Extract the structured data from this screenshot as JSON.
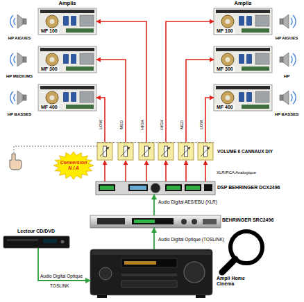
{
  "diagram": {
    "nodes": [
      {
        "text": [
          "MF 100"
        ]
      },
      {
        "text": [
          "MF 100"
        ]
      },
      {
        "text": [
          "MF 300"
        ]
      },
      {
        "text": [
          "MF 300"
        ]
      },
      {
        "text": [
          "MF 400"
        ]
      },
      {
        "text": [
          "MF 400"
        ]
      },
      {
        "text": [
          "VOLUME 6 CANNAUX DIY"
        ]
      },
      {
        "text": [
          "Conversion N / A"
        ]
      },
      {
        "text": [
          "DSP BEHRINGER DCX2496"
        ]
      },
      {
        "text": [
          "BEHRINGER SRC2496"
        ]
      },
      {
        "text": [
          "Lecteur CD/DVD"
        ]
      },
      {
        "text": [
          "Ampli Home Cinéma"
        ]
      }
    ],
    "edges": [
      {
        "from": 6,
        "to": 4,
        "label": "LOW",
        "arrow": "to"
      },
      {
        "from": 6,
        "to": 2,
        "label": "MED",
        "arrow": "to"
      },
      {
        "from": 6,
        "to": 0,
        "label": "HIGH",
        "arrow": "to"
      },
      {
        "from": 6,
        "to": 1,
        "label": "HIGH",
        "arrow": "to"
      },
      {
        "from": 6,
        "to": 3,
        "label": "MED",
        "arrow": "to"
      },
      {
        "from": 6,
        "to": 5,
        "label": "LOW",
        "arrow": "to"
      },
      {
        "from": 8,
        "to": 6,
        "arrow": "to"
      },
      {
        "from": 8,
        "to": 6,
        "arrow": "to"
      },
      {
        "from": 8,
        "to": 6,
        "arrow": "to"
      },
      {
        "from": 8,
        "to": 6,
        "arrow": "to"
      },
      {
        "from": 8,
        "to": 6,
        "arrow": "to"
      },
      {
        "from": 8,
        "to": 6,
        "arrow": "to"
      },
      {
        "from": 9,
        "to": 8,
        "label": "Audio Digital AES/EBU (XLR)",
        "arrow": "to"
      },
      {
        "from": 11,
        "to": 9,
        "label": "Audio Digital Optique (TOSLINK)",
        "arrow": "to"
      },
      {
        "from": 10,
        "to": 11,
        "label": "Audio Digital Optique",
        "arrow": "to"
      }
    ],
    "labels": [
      "Amplis",
      "Amplis",
      "HP AIGUES",
      "HP AIGUES",
      "HP MEDIUMS",
      "HP",
      "HP BASSES",
      "HP BASSES",
      "XLR/RCA Analogique",
      "TOSLINK"
    ]
  }
}
